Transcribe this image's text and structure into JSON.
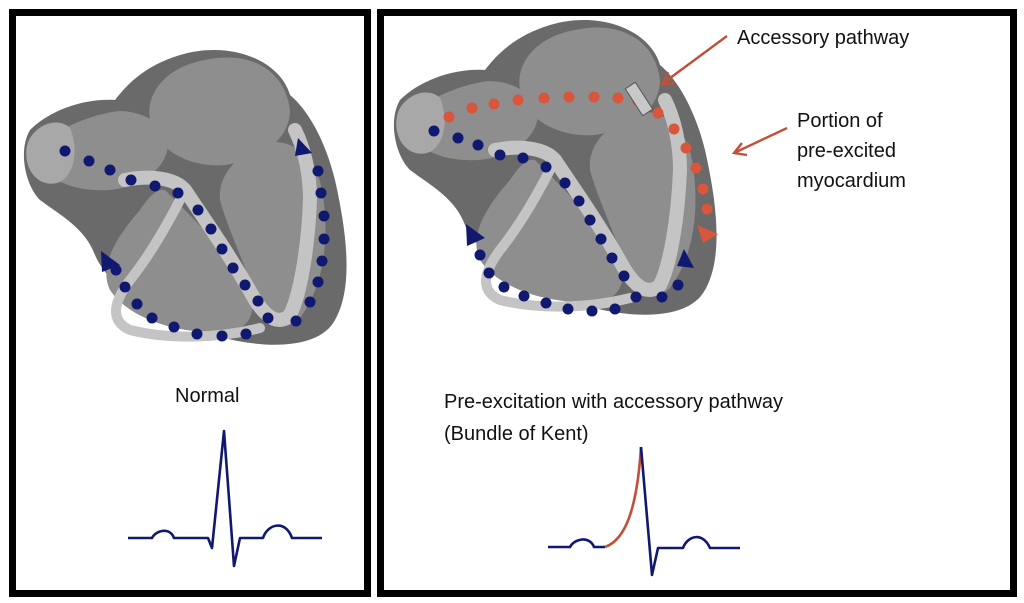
{
  "colors": {
    "conduction_dots": "#101870",
    "accessory_dots": "#d9553c",
    "heart_outer": "#6a6a6a",
    "heart_chamber": "#8e8e8e",
    "heart_wall": "#787878",
    "conduction_tract": "#c4c4c4",
    "ecg_trace": "#101870",
    "delta_wave": "#c0503a",
    "annotation_arrow": "#c0503a"
  },
  "left_panel": {
    "label": "Normal",
    "icons": [
      "heart-illustration",
      "ecg-waveform"
    ]
  },
  "right_panel": {
    "label_line1": "Pre-excitation with accessory pathway",
    "label_line2": "(Bundle of Kent)",
    "annotation_accessory": "Accessory pathway",
    "annotation_portion": [
      "Portion of",
      "pre-excited",
      "myocardium"
    ],
    "icons": [
      "heart-illustration",
      "ecg-waveform",
      "delta-wave"
    ]
  }
}
